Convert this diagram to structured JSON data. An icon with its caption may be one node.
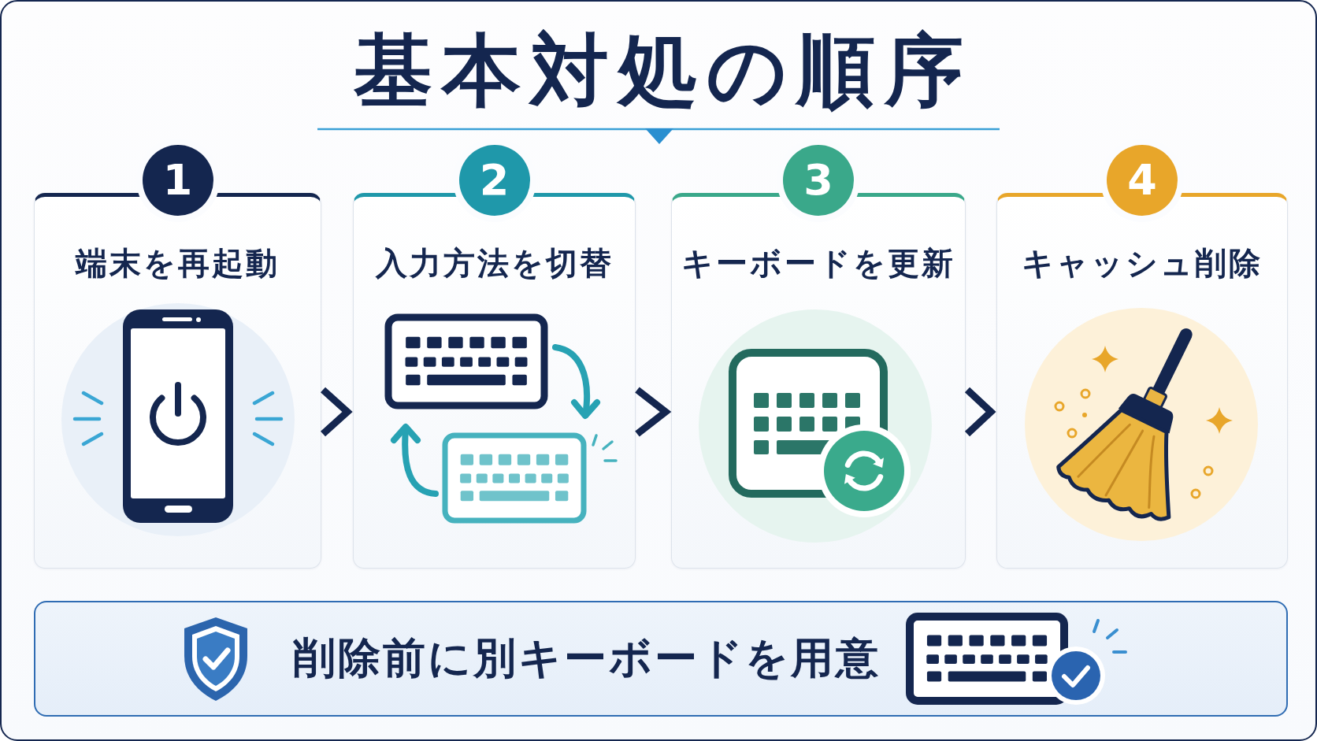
{
  "diagram": {
    "title": "基本対処の順序",
    "nodes": [
      {
        "text": [
          "1",
          "端末を再起動"
        ]
      },
      {
        "text": [
          "2",
          "入力方法を切替"
        ]
      },
      {
        "text": [
          "3",
          "キーボードを更新"
        ]
      },
      {
        "text": [
          "4",
          "キャッシュ削除"
        ]
      },
      {
        "text": [
          "削除前に別キーボードを用意"
        ]
      }
    ],
    "edges": [
      {
        "from": 0,
        "to": 1,
        "arrow": "to"
      },
      {
        "from": 1,
        "to": 2,
        "arrow": "to"
      },
      {
        "from": 2,
        "to": 3,
        "arrow": "to"
      }
    ]
  }
}
